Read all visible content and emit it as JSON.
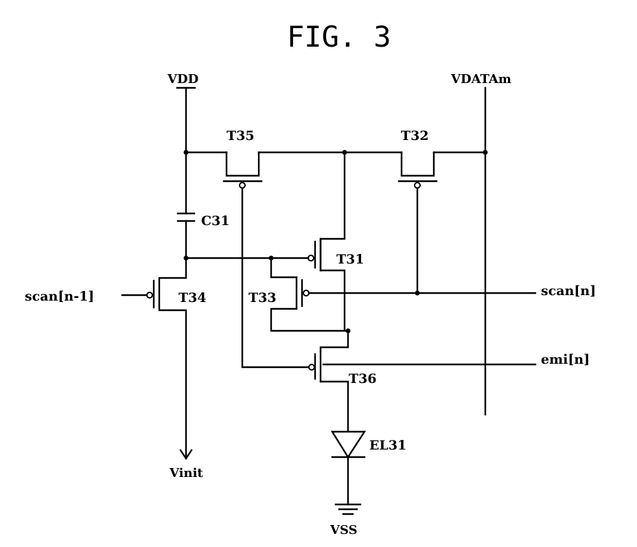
{
  "figure": {
    "title": "FIG. 3"
  },
  "rails": {
    "vdd": "VDD",
    "vdata": "VDATAm",
    "vinit": "Vinit",
    "vss": "VSS"
  },
  "signals": {
    "scan_prev": "scan[n-1]",
    "scan": "scan[n]",
    "emi": "emi[n]"
  },
  "components": {
    "t31": "T31",
    "t32": "T32",
    "t33": "T33",
    "t34": "T34",
    "t35": "T35",
    "t36": "T36",
    "c31": "C31",
    "el31": "EL31"
  }
}
